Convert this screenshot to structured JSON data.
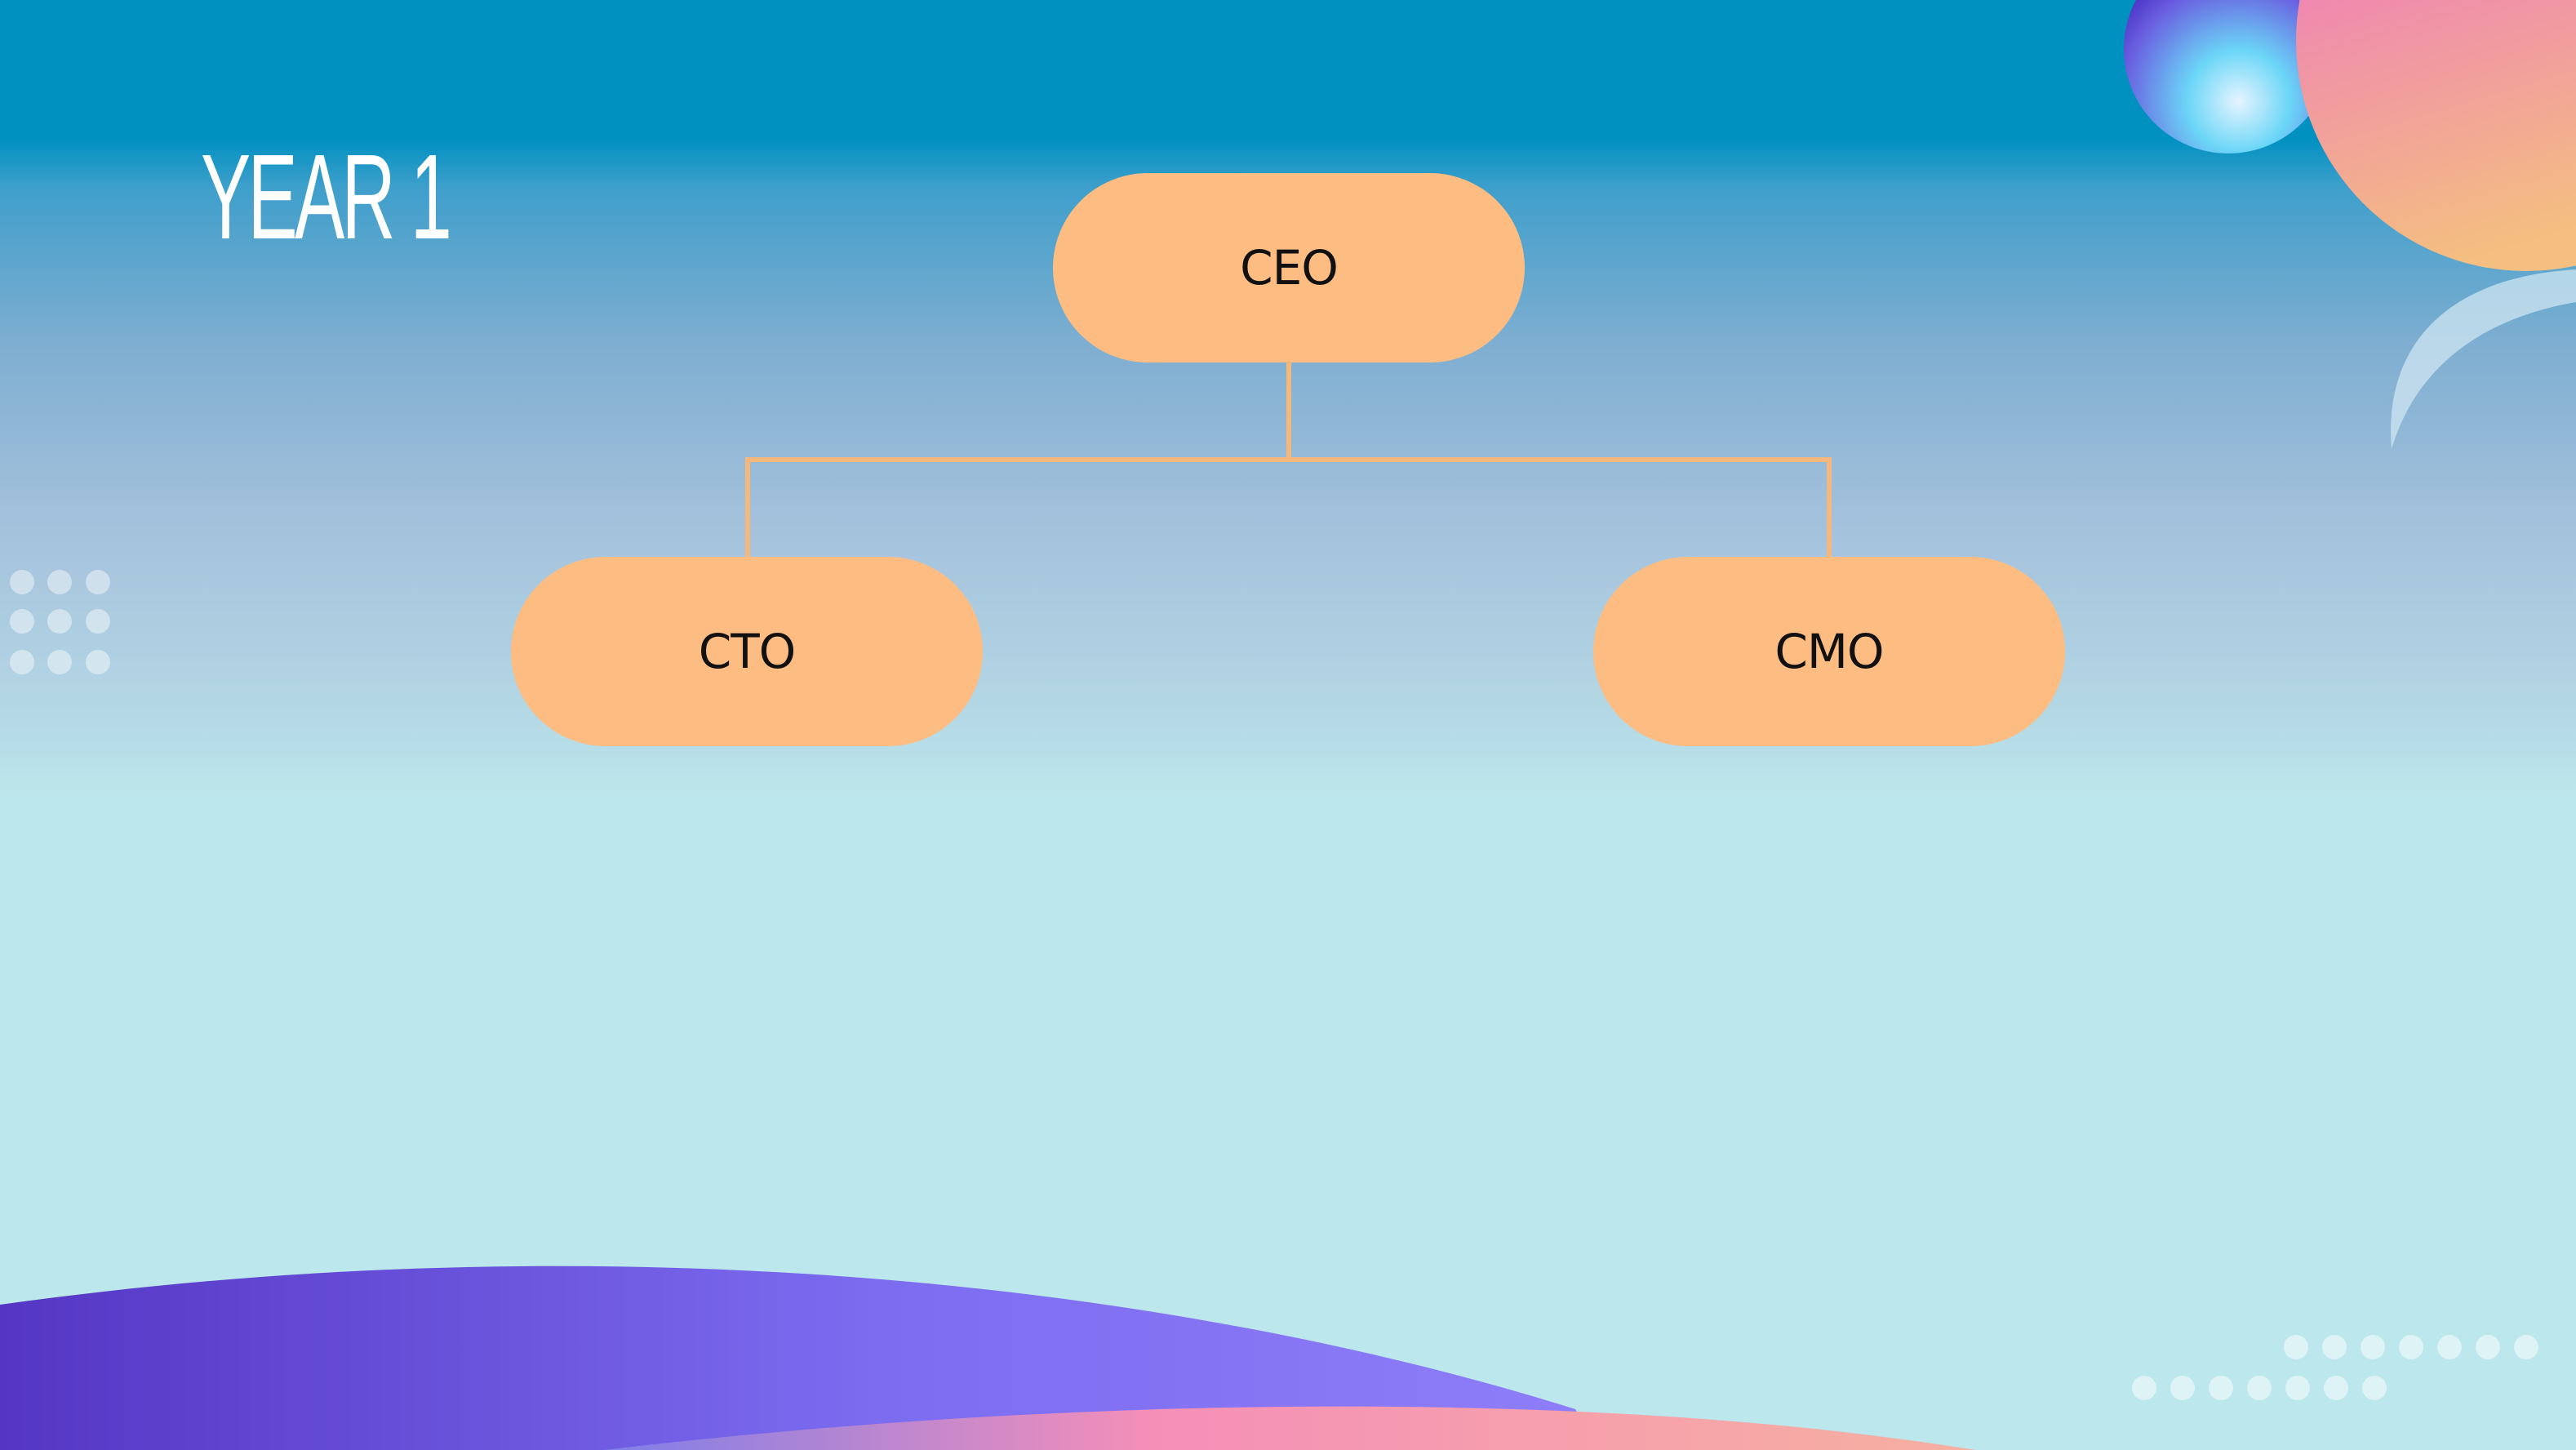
{
  "title": "YEAR 1",
  "org_chart": {
    "root": {
      "label": "CEO"
    },
    "children": [
      {
        "label": "CTO"
      },
      {
        "label": "CMO"
      }
    ]
  },
  "colors": {
    "background_top": "#0091c1",
    "background_bottom": "#bce7ec",
    "node_fill": "#fdbd82",
    "connector": "#f5b87c",
    "title_text": "#ffffff",
    "node_text": "#111111",
    "accent_purple": "#5a3fc8",
    "accent_pink": "#f58fb8"
  }
}
